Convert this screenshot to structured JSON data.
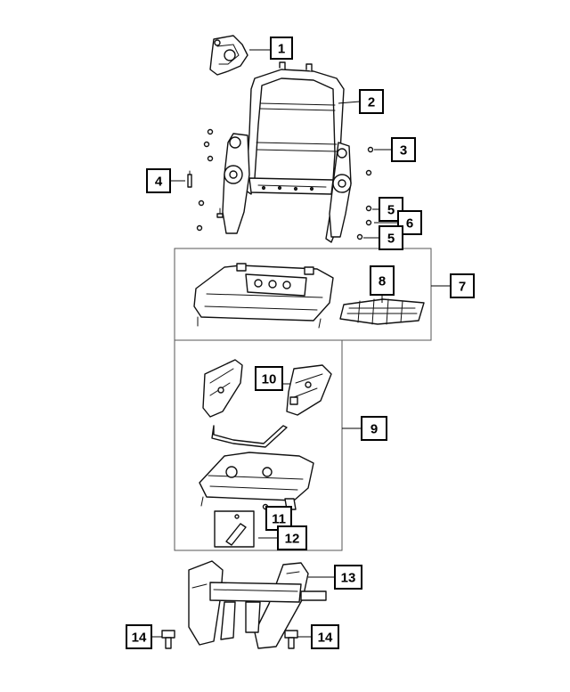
{
  "callouts": [
    {
      "id": "c1",
      "label": "1"
    },
    {
      "id": "c2",
      "label": "2"
    },
    {
      "id": "c3",
      "label": "3"
    },
    {
      "id": "c4",
      "label": "4"
    },
    {
      "id": "c5a",
      "label": "5"
    },
    {
      "id": "c6",
      "label": "6"
    },
    {
      "id": "c5b",
      "label": "5"
    },
    {
      "id": "c7",
      "label": "7"
    },
    {
      "id": "c8",
      "label": "8"
    },
    {
      "id": "c9",
      "label": "9"
    },
    {
      "id": "c10",
      "label": "10"
    },
    {
      "id": "c11",
      "label": "11"
    },
    {
      "id": "c12",
      "label": "12"
    },
    {
      "id": "c13",
      "label": "13"
    },
    {
      "id": "c14a",
      "label": "14"
    },
    {
      "id": "c14b",
      "label": "14"
    }
  ]
}
